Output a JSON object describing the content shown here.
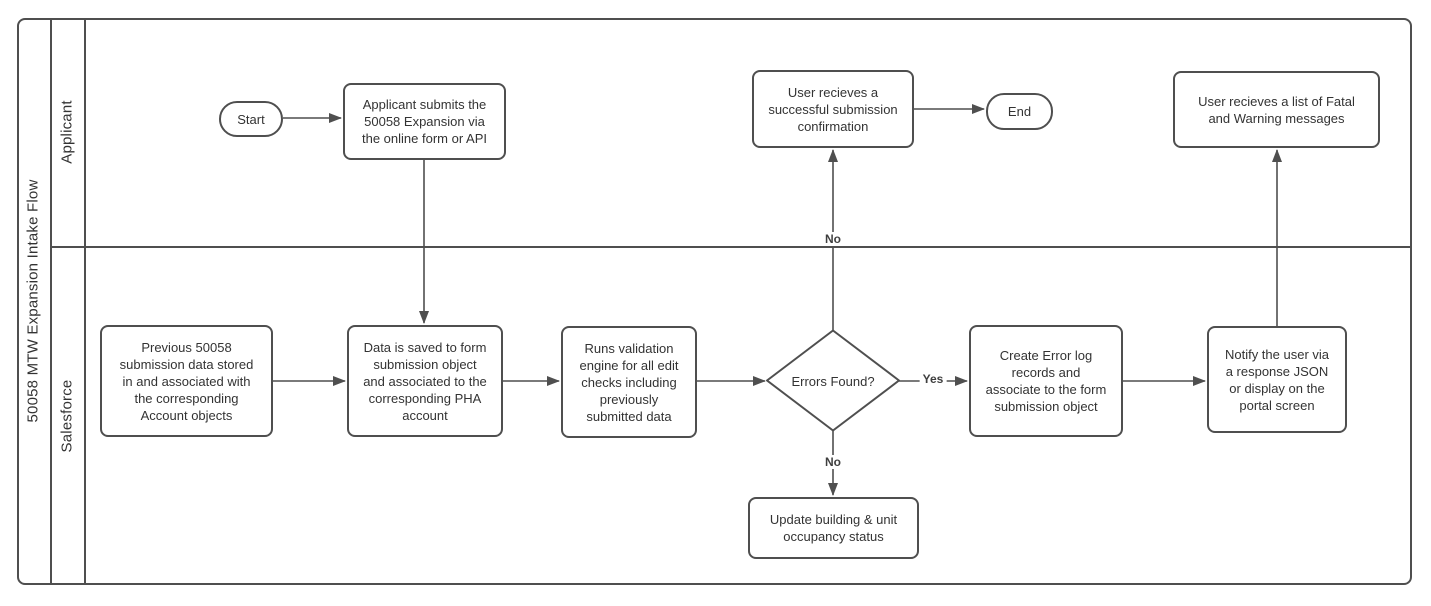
{
  "diagram": {
    "title": "50058 MTW Expansion Intake Flow",
    "lanes": [
      {
        "label": "Applicant"
      },
      {
        "label": "Salesforce"
      }
    ],
    "nodes": {
      "start": {
        "label": "Start",
        "type": "terminator"
      },
      "applicant_submits": {
        "label": "Applicant submits the\n50058 Expansion via\nthe online form or API",
        "type": "process"
      },
      "success_confirmation": {
        "label": "User recieves a\nsuccessful submission\nconfirmation",
        "type": "process"
      },
      "end": {
        "label": "End",
        "type": "terminator"
      },
      "fatal_warning_list": {
        "label": "User recieves a list of Fatal\nand Warning messages",
        "type": "process"
      },
      "previous_data": {
        "label": "Previous 50058\nsubmission data stored\nin and associated with\nthe corresponding\nAccount objects",
        "type": "process"
      },
      "data_saved": {
        "label": "Data is saved to form\nsubmission object\nand associated to the\ncorresponding PHA\naccount",
        "type": "process"
      },
      "validation_engine": {
        "label": "Runs validation\nengine for all edit\nchecks including\npreviously\nsubmitted data",
        "type": "process"
      },
      "errors_found": {
        "label": "Errors Found?",
        "type": "decision"
      },
      "create_error_log": {
        "label": "Create Error log\nrecords and\nassociate to the form\nsubmission object",
        "type": "process"
      },
      "notify_user": {
        "label": "Notify the user via\na response JSON\nor display on the\nportal screen",
        "type": "process"
      },
      "update_occupancy": {
        "label": "Update building & unit\noccupancy status",
        "type": "process"
      }
    },
    "edge_labels": {
      "yes": "Yes",
      "no_up": "No",
      "no_down": "No"
    },
    "colors": {
      "stroke": "#4f4f4f",
      "text": "#333333",
      "node_fill": "#ffffff",
      "background": "#ffffff"
    }
  }
}
